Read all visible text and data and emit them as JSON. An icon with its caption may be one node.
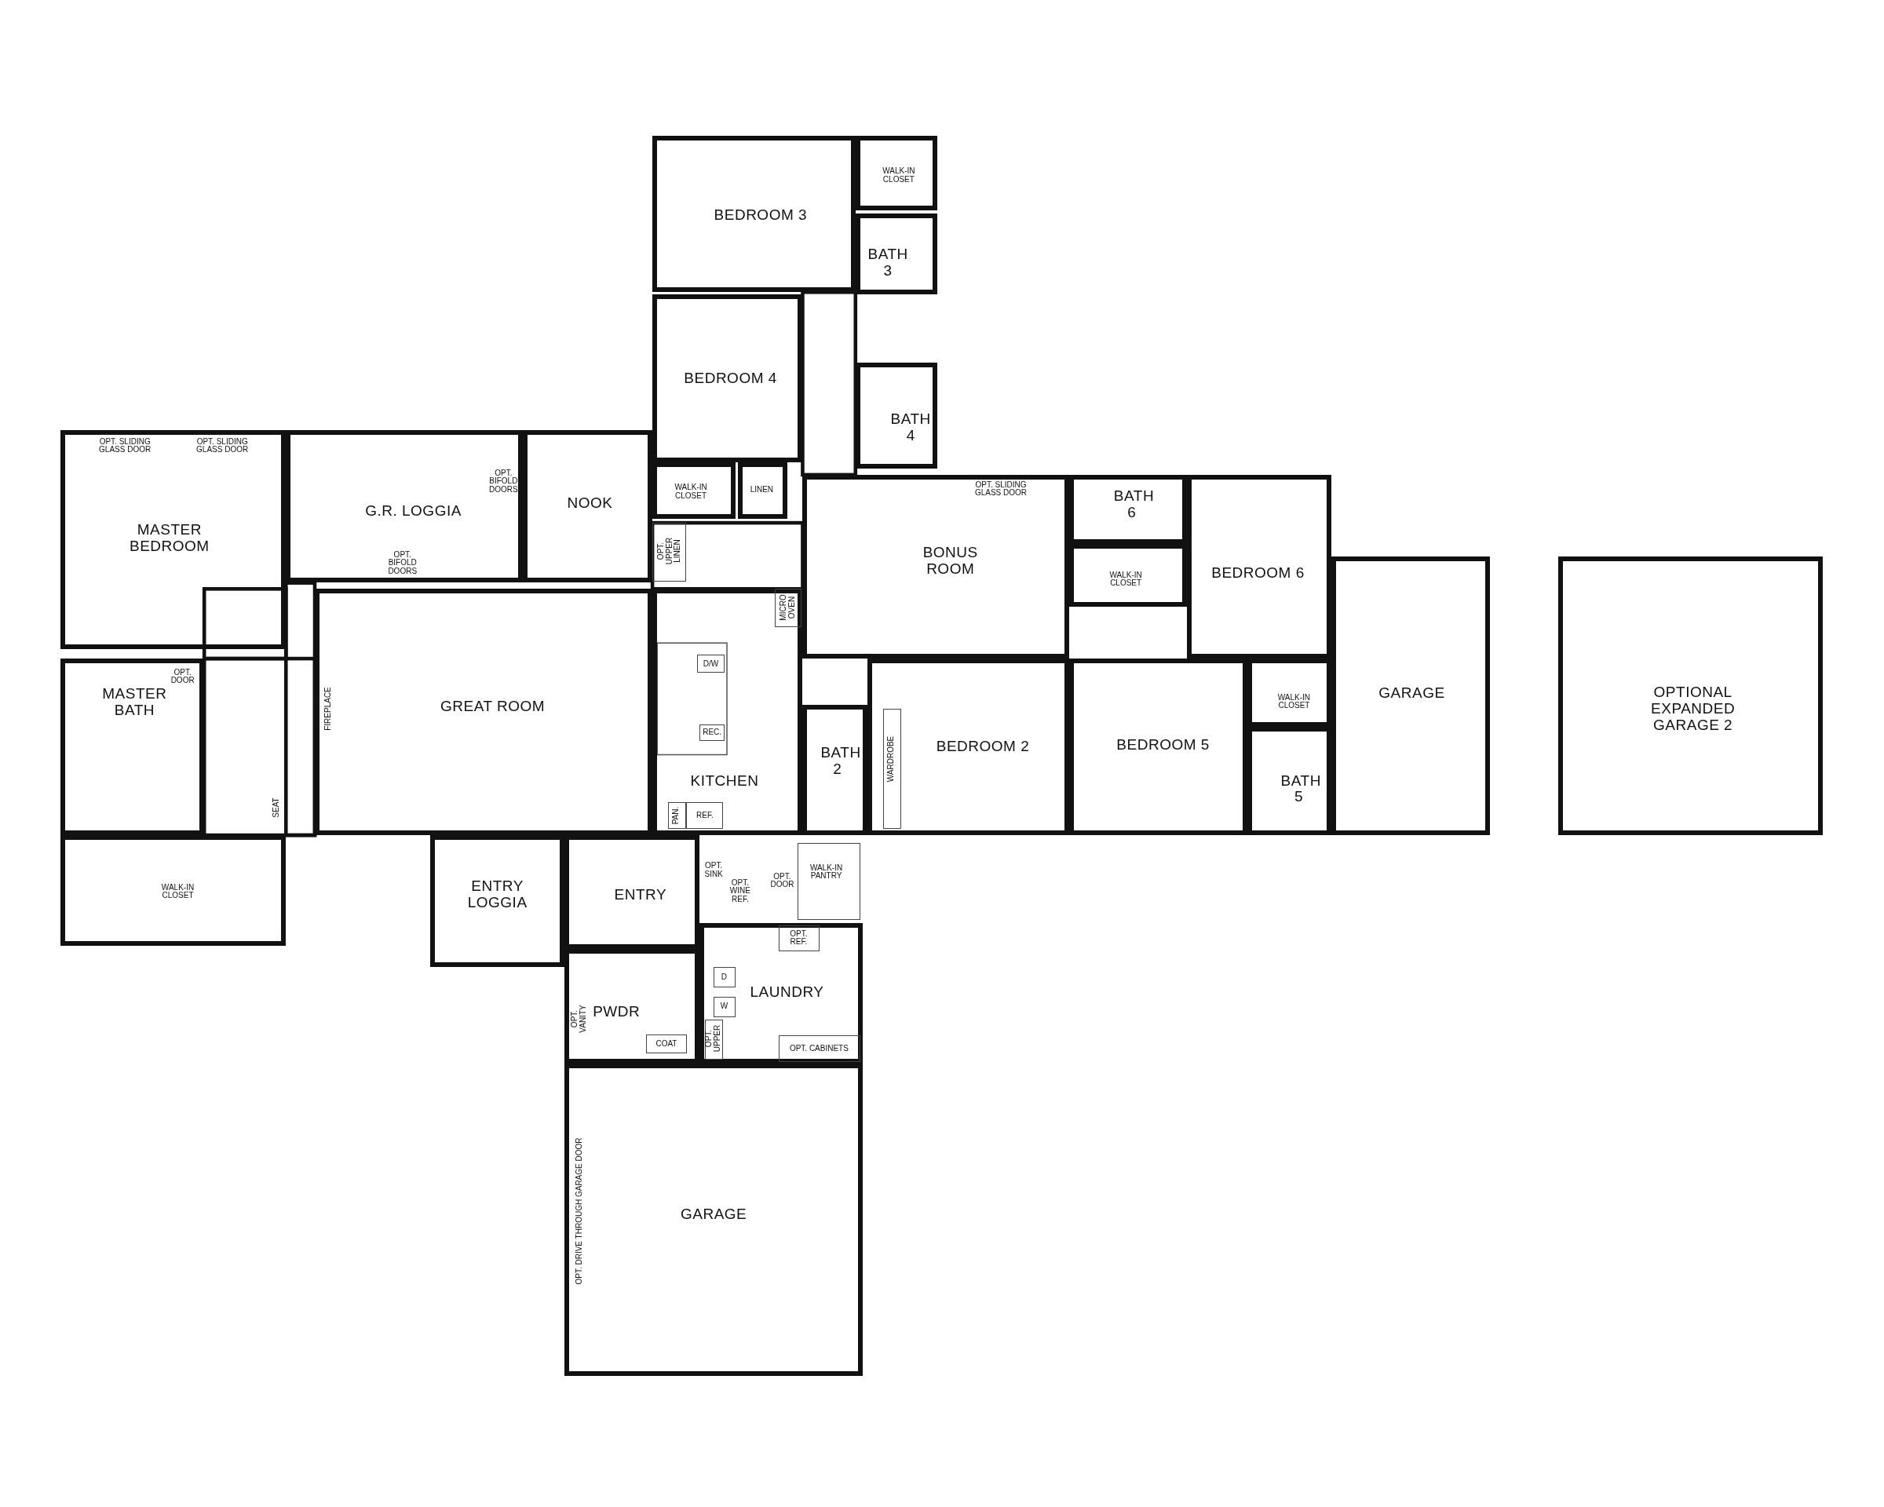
{
  "diagram": {
    "nodes": [
      {
        "text": [
          "BEDROOM 3"
        ]
      },
      {
        "text": [
          "WALK-IN CLOSET"
        ]
      },
      {
        "text": [
          "BATH 3"
        ]
      },
      {
        "text": [
          "BEDROOM 4"
        ]
      },
      {
        "text": [
          "BATH 4"
        ]
      },
      {
        "text": [
          "WALK-IN CLOSET"
        ]
      },
      {
        "text": [
          "LINEN"
        ]
      },
      {
        "text": [
          "MASTER BEDROOM"
        ]
      },
      {
        "text": [
          "G.R. LOGGIA"
        ]
      },
      {
        "text": [
          "NOOK"
        ]
      },
      {
        "text": [
          "OPT. UPPER LINEN"
        ]
      },
      {
        "text": [
          "BONUS ROOM"
        ]
      },
      {
        "text": [
          "BATH 6"
        ]
      },
      {
        "text": [
          "BEDROOM 6"
        ]
      },
      {
        "text": [
          "WALK-IN CLOSET"
        ]
      },
      {
        "text": [
          "GARAGE"
        ]
      },
      {
        "text": [
          "OPTIONAL EXPANDED GARAGE 2"
        ]
      },
      {
        "text": [
          "GREAT ROOM"
        ]
      },
      {
        "text": [
          "KITCHEN"
        ]
      },
      {
        "text": [
          "MICRO OVEN"
        ],
        "in": 18
      },
      {
        "text": [
          "D/W"
        ],
        "in": 18
      },
      {
        "text": [
          "REC."
        ],
        "in": 18
      },
      {
        "text": [
          "PAN."
        ],
        "in": 18
      },
      {
        "text": [
          "REF."
        ],
        "in": 18
      },
      {
        "text": [
          "MASTER BATH"
        ]
      },
      {
        "text": [
          "BATH 2"
        ]
      },
      {
        "text": [
          "BEDROOM 2"
        ]
      },
      {
        "text": [
          "WARDROBE"
        ],
        "in": 26
      },
      {
        "text": [
          "BEDROOM 5"
        ]
      },
      {
        "text": [
          "WALK-IN CLOSET"
        ]
      },
      {
        "text": [
          "BATH 5"
        ]
      },
      {
        "text": [
          "WALK-IN CLOSET"
        ]
      },
      {
        "text": [
          "ENTRY LOGGIA"
        ]
      },
      {
        "text": [
          "ENTRY"
        ]
      },
      {
        "text": [
          "WALK-IN PANTRY"
        ]
      },
      {
        "text": [
          "LAUNDRY"
        ]
      },
      {
        "text": [
          "OPT. REF."
        ],
        "in": 35
      },
      {
        "text": [
          "D"
        ],
        "in": 35
      },
      {
        "text": [
          "W"
        ],
        "in": 35
      },
      {
        "text": [
          "OPT. UPPER"
        ],
        "in": 35
      },
      {
        "text": [
          "OPT. CABINETS"
        ],
        "in": 35
      },
      {
        "text": [
          "PWDR"
        ]
      },
      {
        "text": [
          "COAT"
        ],
        "in": 41
      },
      {
        "text": [
          "GARAGE"
        ]
      }
    ],
    "labels": [
      "OPT. SLIDING GLASS DOOR",
      "OPT. SLIDING GLASS DOOR",
      "OPT. BIFOLD DOORS",
      "OPT. SLIDING GLASS DOOR",
      "OPT. BIFOLD DOORS",
      "OPT. DOOR",
      "FIREPLACE",
      "SEAT",
      "OPT. SINK",
      "OPT. WINE REF.",
      "OPT. DOOR",
      "OPT. VANITY",
      "OPT. DRIVE THROUGH GARAGE DOOR"
    ]
  }
}
